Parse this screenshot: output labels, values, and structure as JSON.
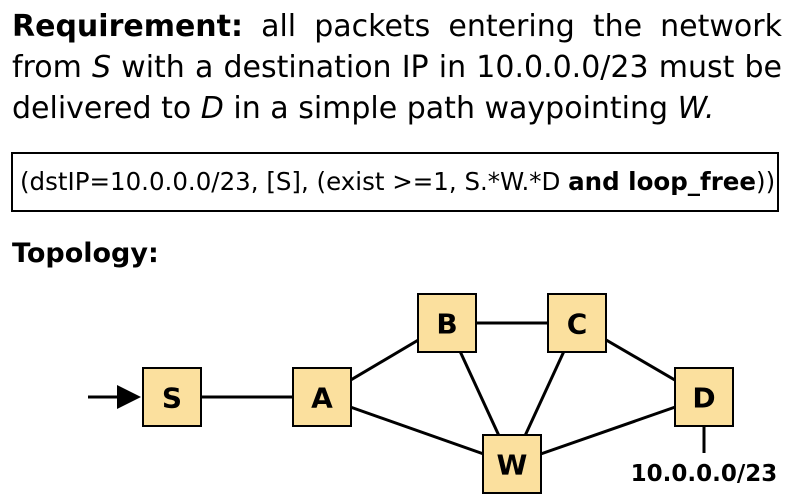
{
  "requirement": {
    "label": "Requirement:",
    "text_1": " all packets entering the network from ",
    "node_s": "S",
    "text_2": " with a destination IP in 10.0.0.0/23 must be delivered to ",
    "node_d": "D",
    "text_3": " in a simple path waypointing ",
    "node_w": "W."
  },
  "spec": {
    "prefix": "(dstIP=10.0.0.0/23, [S], (exist >=1, S.*W.*D ",
    "bold_part": "and loop_free",
    "suffix": "))"
  },
  "topology": {
    "label": "Topology:",
    "nodes": [
      "S",
      "A",
      "B",
      "C",
      "W",
      "D"
    ],
    "links": [
      [
        "S",
        "A"
      ],
      [
        "A",
        "B"
      ],
      [
        "A",
        "W"
      ],
      [
        "B",
        "C"
      ],
      [
        "B",
        "W"
      ],
      [
        "C",
        "W"
      ],
      [
        "C",
        "D"
      ],
      [
        "W",
        "D"
      ]
    ],
    "ingress_node": "S",
    "prefix_node": "D",
    "prefix_label": "10.0.0.0/23",
    "node_fill_color": "#fbe09e"
  }
}
